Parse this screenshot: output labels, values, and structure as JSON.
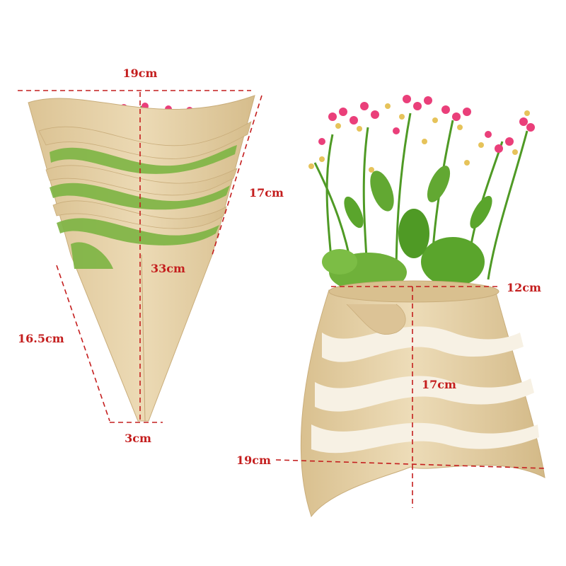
{
  "colors": {
    "dimension": "#c41e1e",
    "kraft": "#e7d2a8",
    "kraft_shadow": "#cdb487",
    "kraft_dark": "#b89c6c",
    "leaf": "#5aa52c",
    "leaf_dark": "#3f7f1e",
    "flower_pink": "#ea3f7a",
    "flower_yellow": "#e6c35a"
  },
  "left_product": {
    "top_width": "19cm",
    "side_length": "17cm",
    "inner_height": "33cm",
    "lower_side": "16.5cm",
    "bottom_width": "3cm"
  },
  "right_product": {
    "top_opening": "12cm",
    "height": "17cm",
    "bottom_width": "19cm"
  }
}
